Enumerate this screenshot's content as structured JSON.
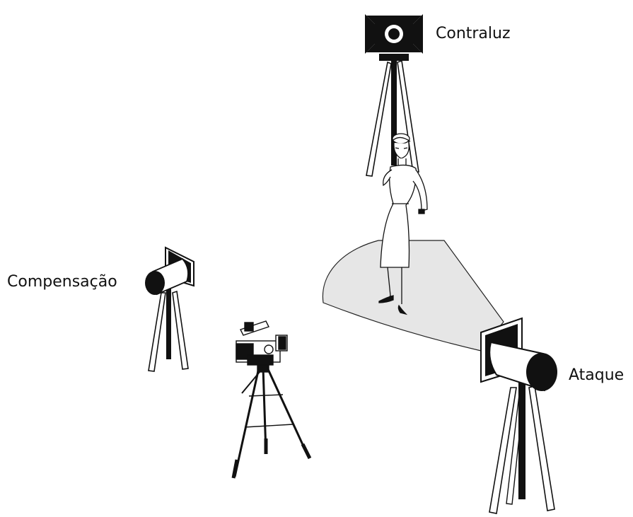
{
  "labels": {
    "backlight": "Contraluz",
    "fill": "Compensação",
    "key": "Ataque"
  },
  "elements": {
    "backlight_light": "spotlight-icon",
    "fill_light": "spotlight-icon",
    "key_light": "spotlight-icon",
    "camera": "video-camera-icon",
    "subject": "woman-figure-icon",
    "light_area": "illuminated-floor-area"
  },
  "colors": {
    "background": "#ffffff",
    "ink": "#111111",
    "light_area": "#e6e6e6"
  }
}
